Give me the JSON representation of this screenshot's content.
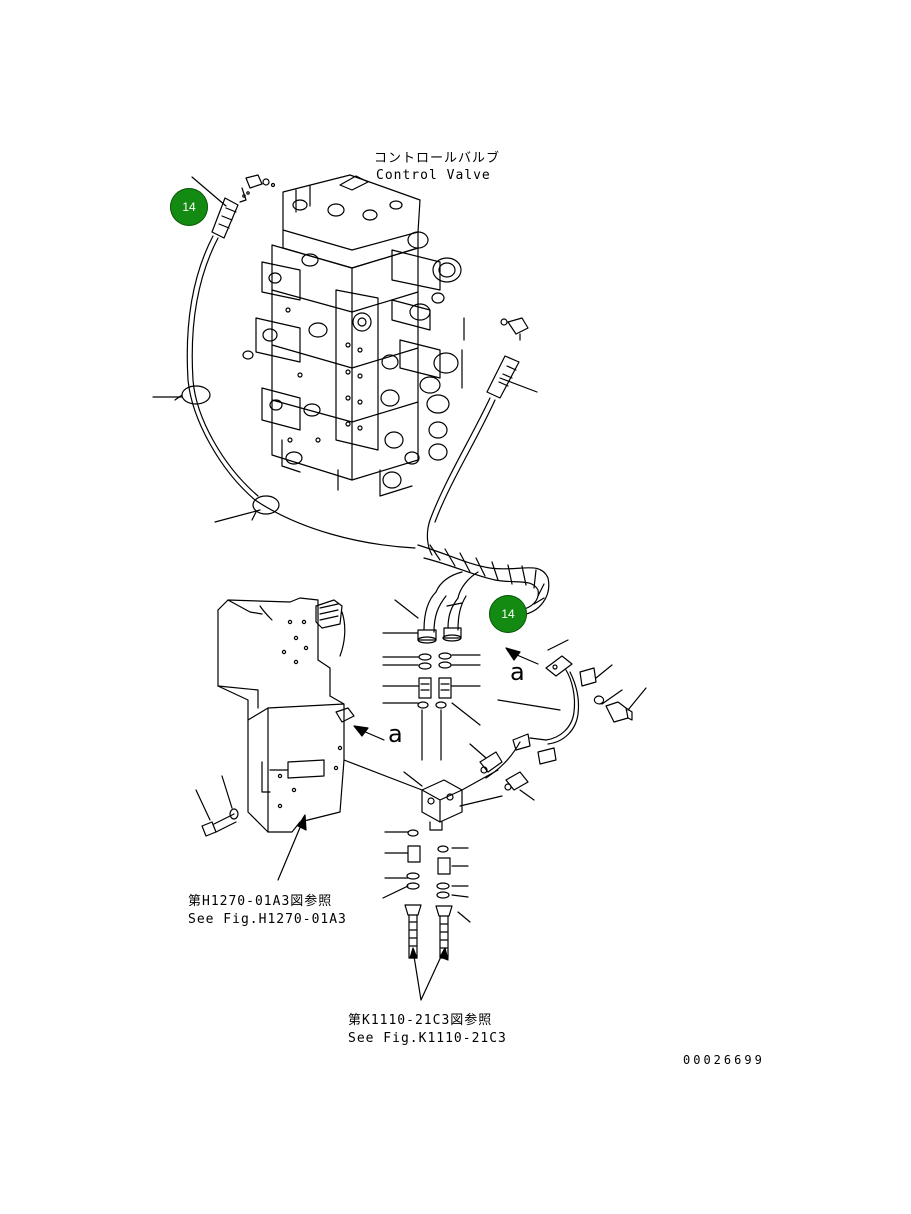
{
  "control_valve": {
    "jp": "コントロールバルブ",
    "en": "Control Valve"
  },
  "callouts": [
    {
      "number": "14",
      "color": "#138a12"
    },
    {
      "number": "14",
      "color": "#138a12"
    }
  ],
  "view_markers": {
    "a1": "a",
    "a2": "a"
  },
  "ref_h1270": {
    "jp": "第H1270-01A3図参照",
    "en": "See Fig.H1270-01A3"
  },
  "ref_k1110": {
    "jp": "第K1110-21C3図参照",
    "en": "See Fig.K1110-21C3"
  },
  "drawing_number": "00026699"
}
